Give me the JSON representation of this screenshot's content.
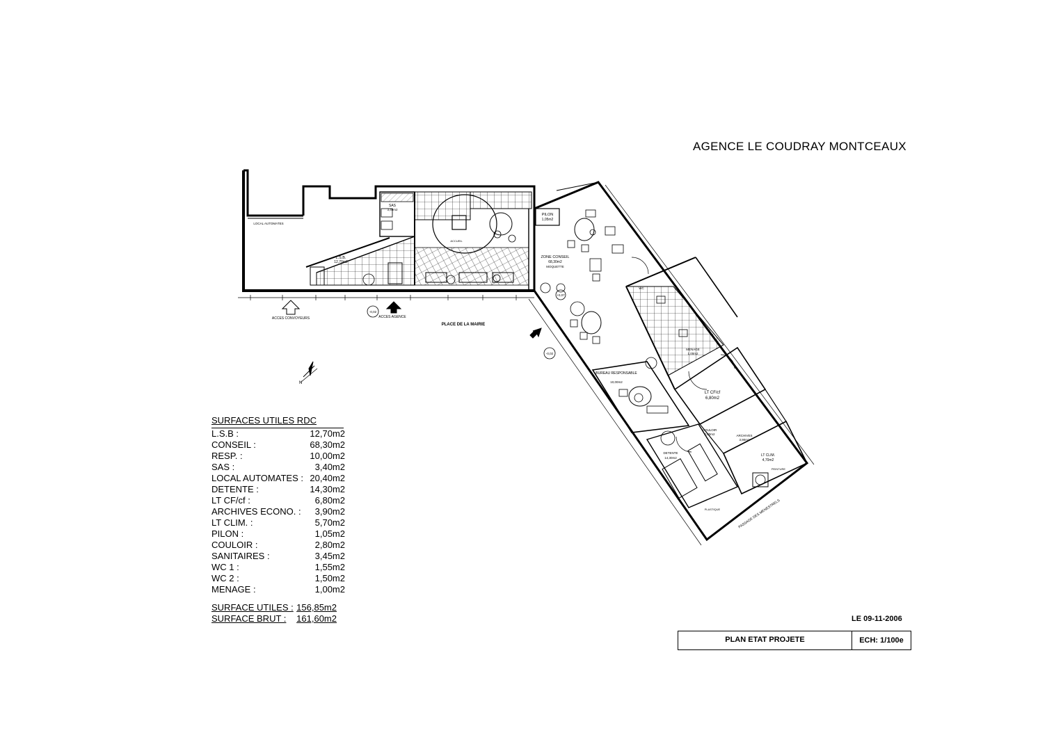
{
  "header": {
    "title": "AGENCE LE COUDRAY MONTCEAUX"
  },
  "plan_labels": {
    "pilon": "PILON",
    "pilon_area": "1,05m2",
    "zone_conseil": "ZONE CONSEIL",
    "zone_conseil_area": "68,30m2",
    "moquette": "MOQUETTE",
    "lsb": "L.S.B.",
    "lsb_area": "12,70m2",
    "sas": "SAS",
    "sas_area": "3,40m2",
    "local_automates": "LOCAL AUTOMATES",
    "accueil": "ACCUEIL",
    "acces_convoyeurs": "ACCES CONVOYEURS",
    "acces_agence": "ACCES AGENCE",
    "place_de_la_mairie": "PLACE DE LA MAIRIE",
    "level_1": "-0,02",
    "level_2": "-0,02",
    "level_3": "+0,07",
    "bureau_responsable": "BUREAU RESPONSABLE",
    "bureau_area": "10,00m2",
    "lt_cfcf": "LT CF/cf",
    "lt_cfcf_area": "6,80m2",
    "menage": "MENAGE",
    "menage_area": "1,00m2",
    "wc": "WC",
    "couloir": "COULOIR",
    "couloir_area": "2,80m2",
    "archives": "ARCHIVES",
    "archives_area": "3,90m2",
    "detente": "DETENTE",
    "detente_area": "14,30m2",
    "lt_clim": "LT CLIM.",
    "lt_clim_area": "4,70m2",
    "peinture": "PEINTURE",
    "plastique": "PLASTIQUE",
    "passage": "PASSAGE DES MENESTRELS",
    "north": "N"
  },
  "surfaces": {
    "heading": "SURFACES UTILES RDC",
    "rows": [
      {
        "label": "L.S.B :",
        "value": "12,70m2"
      },
      {
        "label": "CONSEIL :",
        "value": "68,30m2"
      },
      {
        "label": "RESP. :",
        "value": "10,00m2"
      },
      {
        "label": "SAS :",
        "value": "3,40m2"
      },
      {
        "label": "LOCAL AUTOMATES :",
        "value": "20,40m2"
      },
      {
        "label": "DETENTE :",
        "value": "14,30m2"
      },
      {
        "label": "LT CF/cf :",
        "value": "6,80m2"
      },
      {
        "label": "ARCHIVES ECONO. :",
        "value": "3,90m2"
      },
      {
        "label": "LT CLIM. :",
        "value": "5,70m2"
      },
      {
        "label": "PILON :",
        "value": "1,05m2"
      },
      {
        "label": "COULOIR :",
        "value": "2,80m2"
      },
      {
        "label": "SANITAIRES :",
        "value": "3,45m2"
      },
      {
        "label": "WC 1 :",
        "value": "1,55m2"
      },
      {
        "label": "WC 2 :",
        "value": "1,50m2"
      },
      {
        "label": "MENAGE :",
        "value": "1,00m2"
      }
    ],
    "total_utiles_label": "SURFACE UTILES :",
    "total_utiles_value": "156,85m2",
    "total_brut_label": "SURFACE BRUT :",
    "total_brut_value": "161,60m2"
  },
  "footer": {
    "date": "LE 09-11-2006",
    "plan_title": "PLAN ETAT PROJETE",
    "scale": "ECH: 1/100e"
  }
}
